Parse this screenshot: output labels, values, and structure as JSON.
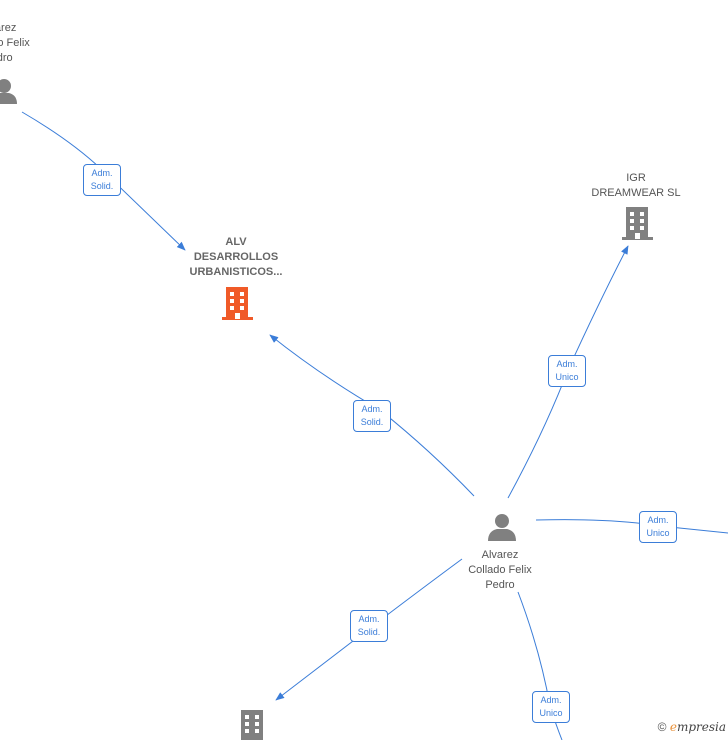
{
  "nodes": {
    "person_top_left": {
      "line1": "Alvarez",
      "line2": "Collado Felix",
      "line3": "Pedro"
    },
    "company_alv": {
      "line1": "ALV",
      "line2": "DESARROLLOS",
      "line3": "URBANISTICOS..."
    },
    "company_igr": {
      "line1": "IGR",
      "line2": "DREAMWEAR SL"
    },
    "person_center": {
      "line1": "Alvarez",
      "line2": "Collado Felix",
      "line3": "Pedro"
    }
  },
  "edges": {
    "e1": {
      "line1": "Adm.",
      "line2": "Solid."
    },
    "e2": {
      "line1": "Adm.",
      "line2": "Solid."
    },
    "e3": {
      "line1": "Adm.",
      "line2": "Unico"
    },
    "e4": {
      "line1": "Adm.",
      "line2": "Unico"
    },
    "e5": {
      "line1": "Adm.",
      "line2": "Solid."
    },
    "e6": {
      "line1": "Adm.",
      "line2": "Unico"
    }
  },
  "colors": {
    "edge": "#3b7dd8",
    "icon_gray": "#808080",
    "icon_highlight": "#f05a28"
  },
  "icons": {
    "person": "person-icon",
    "building": "building-icon"
  },
  "watermark": {
    "copyright": "©",
    "brand_initial": "e",
    "brand_rest": "mpresia"
  }
}
